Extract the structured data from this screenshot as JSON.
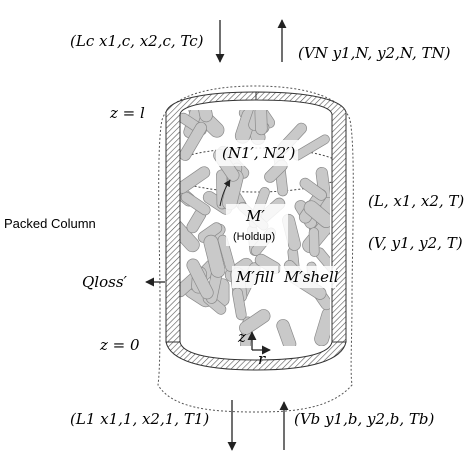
{
  "labels": {
    "feed_top": "(Lc x1,c, x2,c, Tc)",
    "vapor_top": "(VN y1,N, y2,N, TN)",
    "z_top": "z = l",
    "z_bottom": "z = 0",
    "packed_column": "Packed Column",
    "heat_loss": "Qloss′",
    "flow_vars": "(N1′, N2′)",
    "holdup_symbol": "M′",
    "holdup_text": "(Holdup)",
    "liquid_state": "(L, x1, x2, T)",
    "vapor_state": "(V, y1, y2, T)",
    "fill_mass": "M′fill",
    "shell_mass": "M′shell",
    "axis_z": "z",
    "axis_r": "r",
    "liquid_bottom": "(L1 x1,1, x2,1, T1)",
    "vapor_bottom": "(Vb y1,b, y2,b, Tb)"
  },
  "colors": {
    "shell": "#9a9a9a",
    "packing": "#c9c9c9",
    "packing_edge": "#8a8a8a",
    "line": "#222222"
  }
}
